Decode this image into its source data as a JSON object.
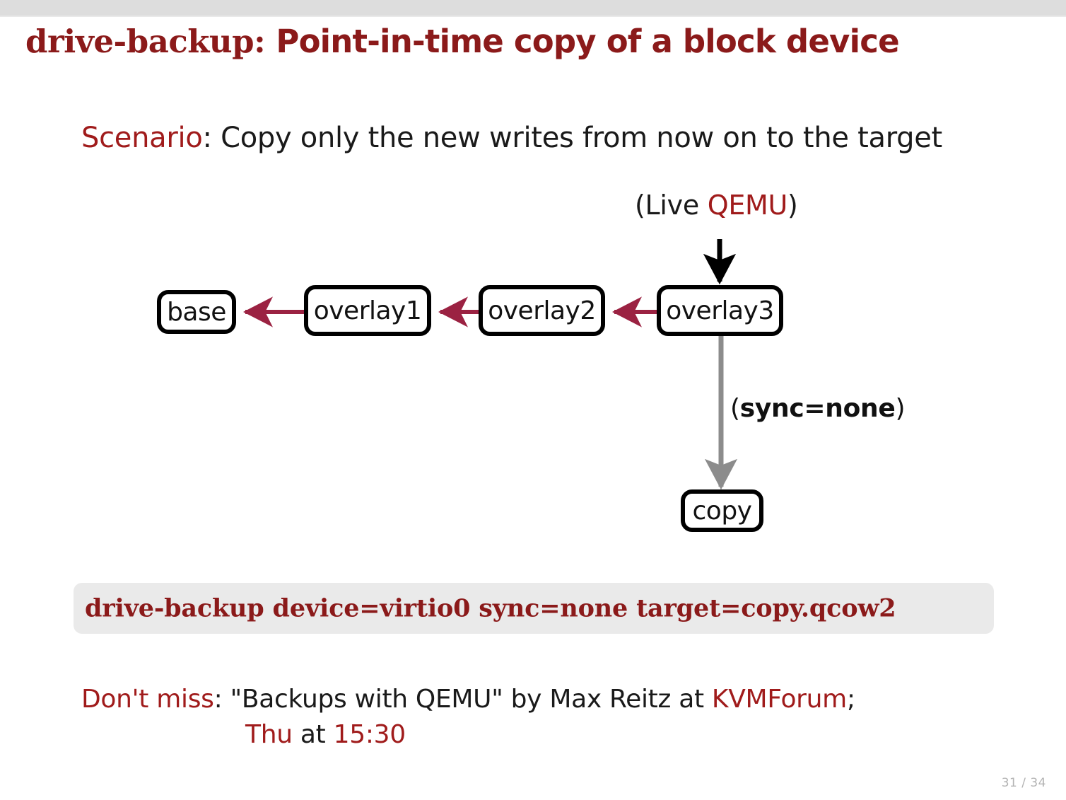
{
  "slide": {
    "title": {
      "mono_part": "drive-backup:",
      "main_part": "Point-in-time copy of a block device"
    },
    "scenario": {
      "label": "Scenario",
      "colon": ": ",
      "text": "Copy only the new writes from now on to the target"
    },
    "diagram": {
      "live_label_open": "(Live ",
      "live_label_red": "QEMU",
      "live_label_close": ")",
      "sync_label_open": "(",
      "sync_label_bold": "sync=none",
      "sync_label_close": ")",
      "nodes": [
        {
          "id": "base",
          "label": "base"
        },
        {
          "id": "overlay1",
          "label": "overlay1"
        },
        {
          "id": "overlay2",
          "label": "overlay2"
        },
        {
          "id": "overlay3",
          "label": "overlay3"
        },
        {
          "id": "copy",
          "label": "copy"
        }
      ],
      "colors": {
        "backing_arrow": "#9B2242",
        "write_arrow": "#000000",
        "copy_arrow": "#8c8c8c",
        "node_border": "#000000"
      }
    },
    "command": {
      "text": "drive-backup device=virtio0 sync=none target=copy.qcow2"
    },
    "note": {
      "lead": "Don't miss",
      "colon": ": ",
      "quote": "\"Backups with QEMU\"",
      "by": " by Max Reitz at ",
      "venue": "KVMForum",
      "semicolon": ";",
      "day": "Thu",
      "at": " at ",
      "time": "15:30"
    },
    "page_number": "31 / 34",
    "theme": {
      "accent_red": "#A01B1B",
      "title_red": "#8B1A1A",
      "band_gray": "#dddddd",
      "code_bg": "#eaeaea"
    }
  }
}
